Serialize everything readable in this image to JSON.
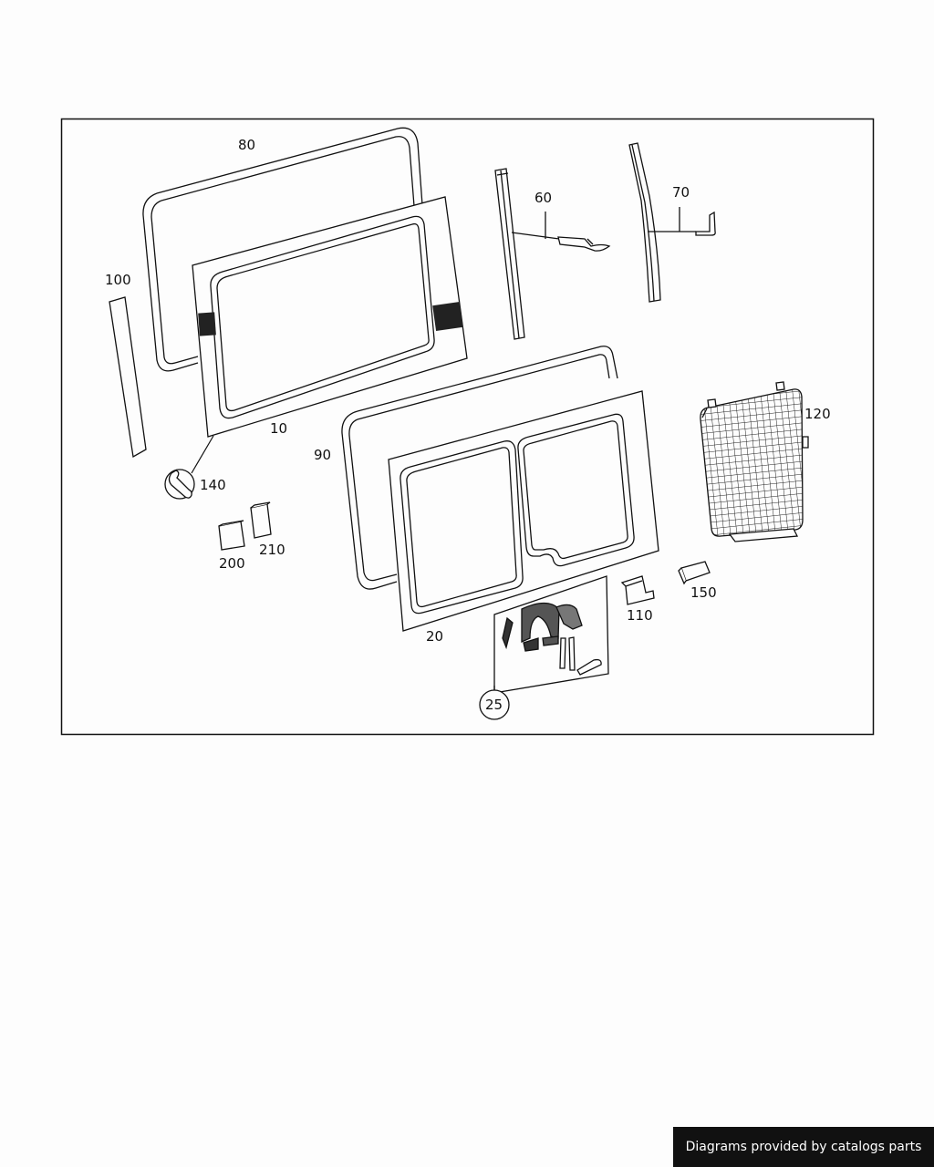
{
  "diagram": {
    "labels": {
      "p10": "10",
      "p20": "20",
      "p25": "25",
      "p60": "60",
      "p70": "70",
      "p80": "80",
      "p90": "90",
      "p100": "100",
      "p110": "110",
      "p120": "120",
      "p140": "140",
      "p150": "150",
      "p200": "200",
      "p210": "210"
    }
  },
  "footer": {
    "credit": "Diagrams provided by catalogs parts"
  },
  "colors": {
    "line": "#111111",
    "background": "#fdfdfd",
    "badge_background": "#111111",
    "badge_text": "#ffffff"
  }
}
